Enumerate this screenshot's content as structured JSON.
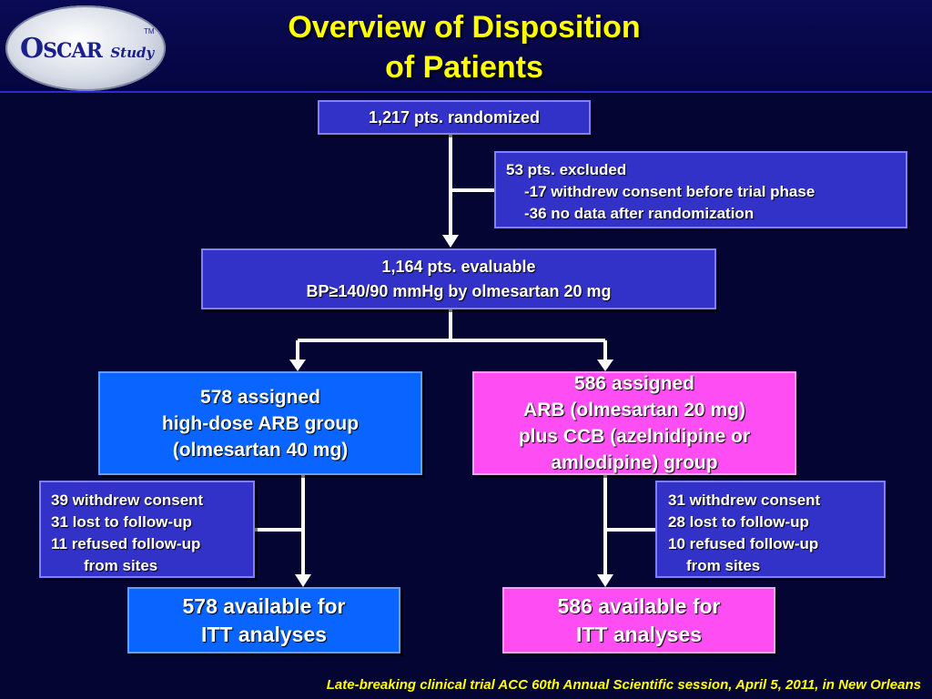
{
  "logo": {
    "o": "O",
    "scar": "SCAR",
    "study": "Study",
    "tm": "TM"
  },
  "title": {
    "line1": "Overview of Disposition",
    "line2": "of Patients"
  },
  "randomized": {
    "text": "1,217 pts. randomized"
  },
  "excluded": {
    "line1": "53 pts. excluded",
    "line2": "-17 withdrew consent before trial phase",
    "line3": "-36 no data after randomization"
  },
  "evaluable": {
    "line1": "1,164 pts. evaluable",
    "line2": "BP≥140/90 mmHg by olmesartan 20 mg"
  },
  "left_group": {
    "line1": "578 assigned",
    "line2": "high-dose ARB group",
    "line3": "(olmesartan 40 mg)"
  },
  "right_group": {
    "line1": "586 assigned",
    "line2": "ARB (olmesartan 20 mg)",
    "line3": "plus CCB (azelnidipine or",
    "line4": "amlodipine) group"
  },
  "left_withdrawal": {
    "line1": "39 withdrew consent",
    "line2": "31 lost to follow-up",
    "line3": "11 refused follow-up",
    "line4": "from sites"
  },
  "right_withdrawal": {
    "line1": "31 withdrew consent",
    "line2": "28 lost to follow-up",
    "line3": "10 refused follow-up",
    "line4": "from sites"
  },
  "left_itt": {
    "line1": "578 available for",
    "line2": "ITT analyses"
  },
  "right_itt": {
    "line1": "586 available for",
    "line2": "ITT analyses"
  },
  "footer": {
    "text": "Late-breaking clinical trial  ACC 60th Annual Scientific  session, April 5, 2011, in New Orleans"
  },
  "colors": {
    "background": "#050533",
    "title": "#ffff00",
    "indigo_box": "#3232c8",
    "blue_box": "#0a64ff",
    "pink_box": "#ff4df4",
    "connector": "#ffffff"
  }
}
